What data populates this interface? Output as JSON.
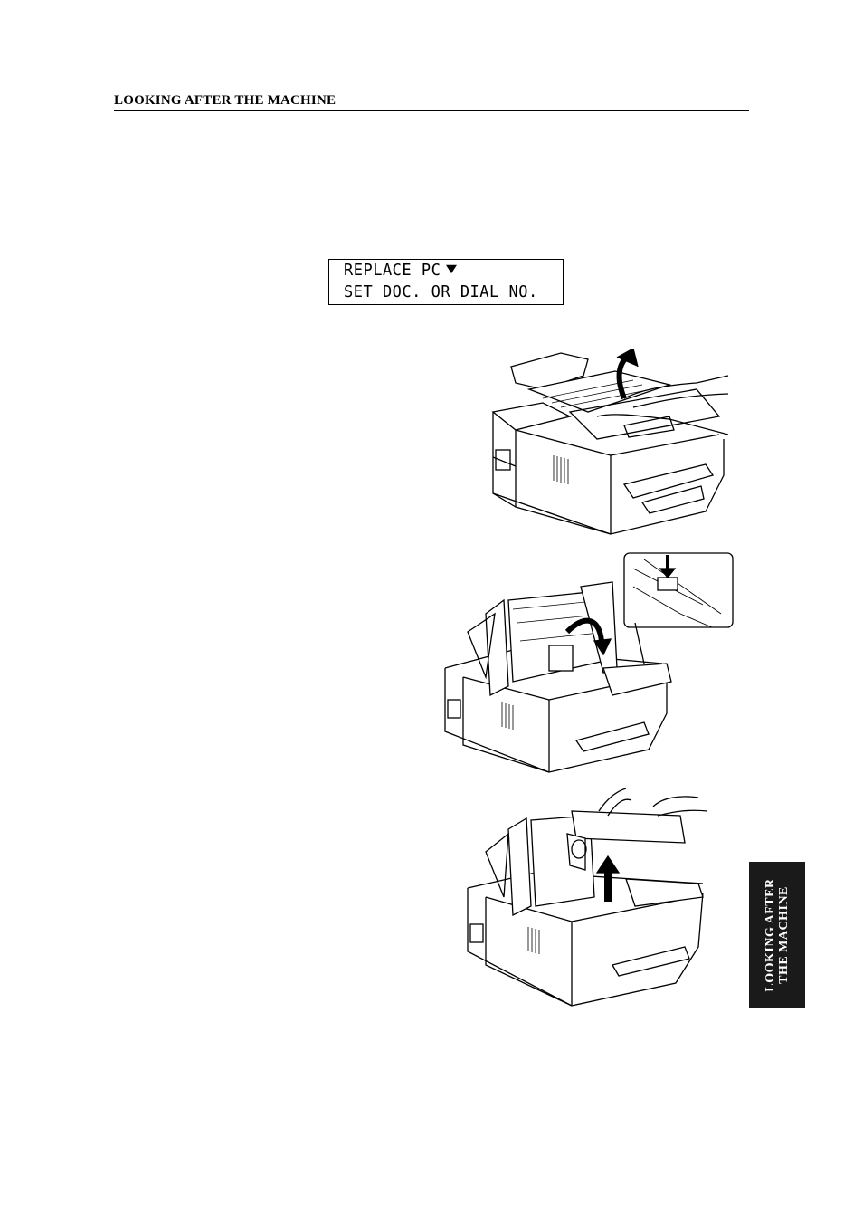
{
  "header": {
    "title": "LOOKING AFTER THE MACHINE"
  },
  "display": {
    "line1": "REPLACE PC",
    "line1_icon": "down-triangle-icon",
    "line2": "SET DOC. OR DIAL NO."
  },
  "figures": [
    {
      "name": "open-scanner-cover-illustration",
      "icon": "up-curved-arrow-icon"
    },
    {
      "name": "release-lever-illustration",
      "icon": "down-arrow-icon"
    },
    {
      "name": "remove-pc-unit-illustration",
      "icon": "up-arrow-icon"
    }
  ],
  "side_tab": {
    "line1": "LOOKING AFTER",
    "line2": "THE MACHINE"
  }
}
